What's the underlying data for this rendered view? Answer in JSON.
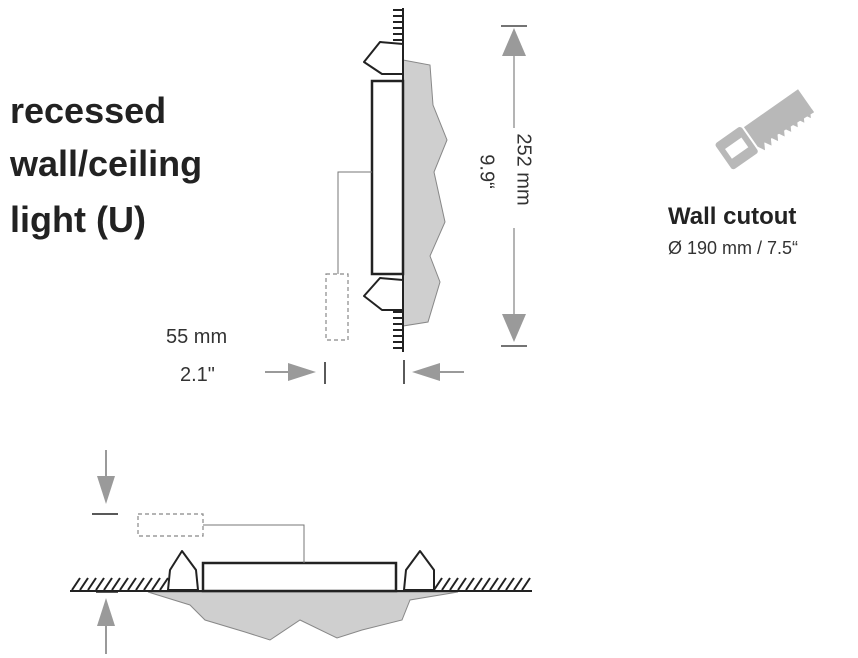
{
  "title": {
    "lines": [
      "recessed",
      "wall/ceiling",
      "light (U)"
    ]
  },
  "depth": {
    "metric": "55 mm",
    "imperial": "2.1\""
  },
  "height": {
    "metric": "252 mm",
    "imperial": "9.9“"
  },
  "cutout": {
    "title": "Wall cutout",
    "size": "Ø 190 mm / 7.5“"
  },
  "colors": {
    "line": "#222222",
    "fill": "#cfcfcf",
    "arrow": "#9a9a9a",
    "text": "#333333"
  },
  "icons": {
    "saw": "saw-icon"
  }
}
